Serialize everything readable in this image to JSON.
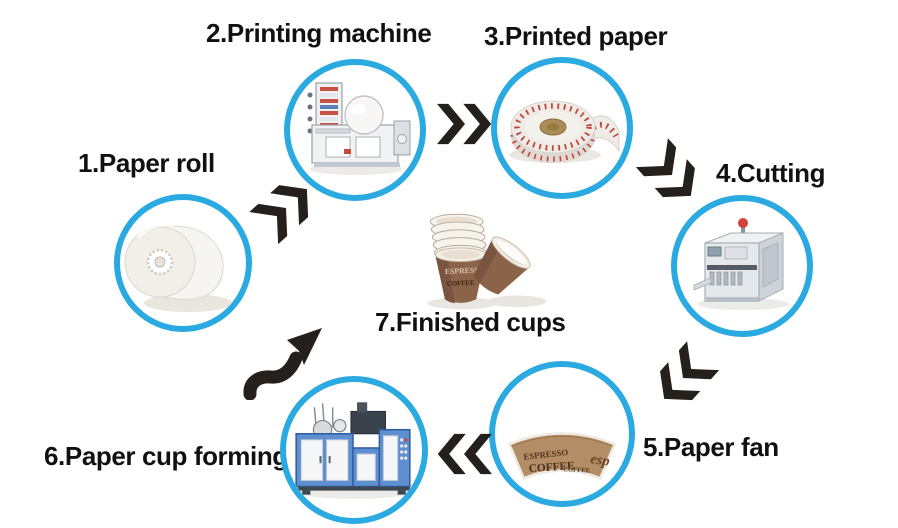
{
  "diagram": {
    "name": "paper-cup-production-process",
    "steps": [
      {
        "label": "1.Paper roll",
        "icon": "paper-roll-icon"
      },
      {
        "label": "2.Printing machine",
        "icon": "printing-machine-icon"
      },
      {
        "label": "3.Printed paper",
        "icon": "printed-paper-roll-icon"
      },
      {
        "label": "4.Cutting",
        "icon": "cutting-machine-icon"
      },
      {
        "label": "5.Paper fan",
        "icon": "paper-fan-blank-icon"
      },
      {
        "label": "6.Paper cup forming",
        "icon": "cup-forming-machine-icon"
      },
      {
        "label": "7.Finished cups",
        "icon": "finished-cups-icon"
      }
    ],
    "arrows": [
      {
        "name": "arrow-1-to-2",
        "style": "double-chevron",
        "direction": "up-right"
      },
      {
        "name": "arrow-2-to-3",
        "style": "double-chevron",
        "direction": "right"
      },
      {
        "name": "arrow-3-to-4",
        "style": "double-chevron",
        "direction": "down-right"
      },
      {
        "name": "arrow-4-to-5",
        "style": "double-chevron",
        "direction": "down-left"
      },
      {
        "name": "arrow-5-to-6",
        "style": "double-chevron",
        "direction": "left"
      },
      {
        "name": "arrow-6-to-7",
        "style": "curved-arrow",
        "direction": "up-right"
      }
    ],
    "artwork_words": {
      "fan_espresso": "ESPRESSO",
      "fan_coffee": "COFFEE",
      "fan_coffee2": "COFFEE",
      "fan_esp": "esp",
      "cup_coffee": "COFFEE",
      "cup_espresso": "ESPRESSO"
    },
    "colors": {
      "circle_border": "#2BA9E1",
      "arrow": "#25201B",
      "label_text": "#111111",
      "cup_brown": "#8a6348",
      "fan_tan": "#b28d66"
    }
  }
}
